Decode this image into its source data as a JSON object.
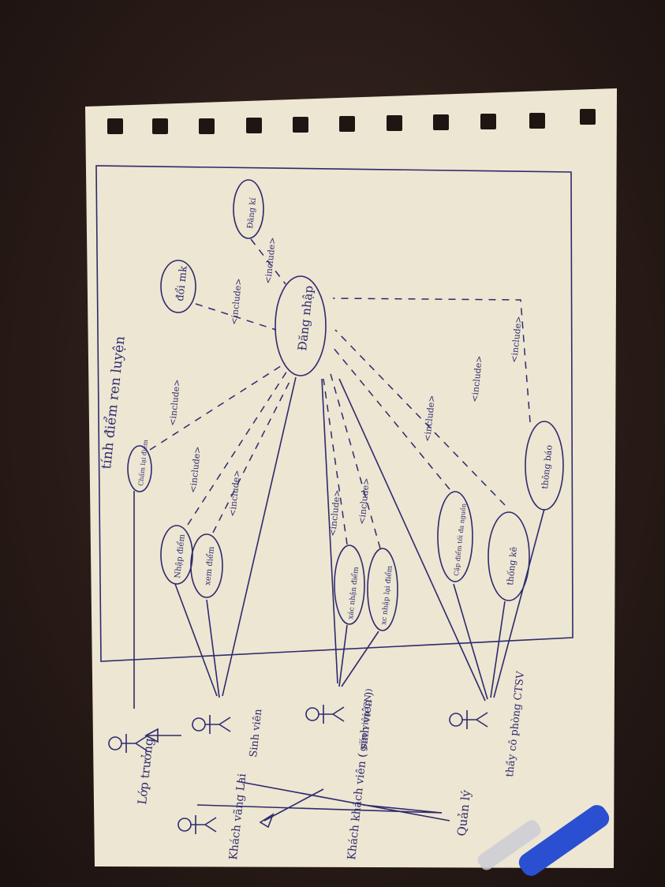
{
  "diagram": {
    "system_title": "tính điểm ren luyện",
    "use_cases": {
      "login": "Đăng nhập",
      "change_password": "đổi mk",
      "register": "Đăng kí",
      "enter_points": "Nhập điểm",
      "view_points": "xem điểm",
      "confirm_points": "xác nhận điểm",
      "recheck_points": "xc nhập lại điểm",
      "review_points": "Chấm lại điểm",
      "score_stats": "Cập điểm tối đa nguồn",
      "statistics": "thống kê",
      "report": "thông báo"
    },
    "stereotype_include": "<include>",
    "actors": {
      "class_monitor": "Lớp trưởng",
      "student": "Sinh viên",
      "guest": "Khách vãng Lai",
      "guest_student": "Khách khách viên ( sinh viên )",
      "advisor": "( giáo viên CN )",
      "manager": "Quản lý",
      "dept_staff": "thầy cô phòng CTSV"
    }
  }
}
